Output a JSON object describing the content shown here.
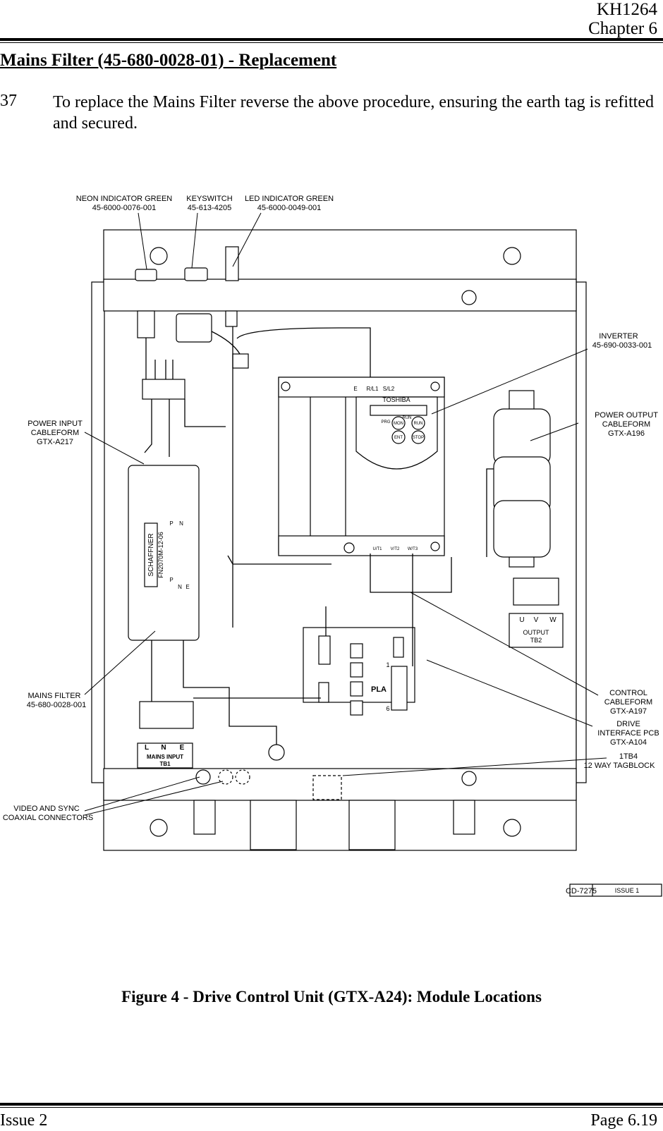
{
  "header": {
    "doc_number": "KH1264",
    "chapter": "Chapter 6"
  },
  "section": {
    "title": "Mains Filter (45-680-0028-01) - Replacement"
  },
  "paragraph": {
    "number": "37",
    "text": "To replace the Mains Filter reverse the above procedure, ensuring the earth tag is refitted and secured."
  },
  "figure": {
    "labels": {
      "neon_name": "NEON INDICATOR GREEN",
      "neon_part": "45-6000-0076-001",
      "keyswitch_name": "KEYSWITCH",
      "keyswitch_part": "45-613-4205",
      "led_name": "LED INDICATOR GREEN",
      "led_part": "45-6000-0049-001",
      "inverter_name": "INVERTER",
      "inverter_part": "45-690-0033-001",
      "power_input_1": "POWER INPUT",
      "power_input_2": "CABLEFORM",
      "power_input_3": "GTX-A217",
      "power_output_1": "POWER OUTPUT",
      "power_output_2": "CABLEFORM",
      "power_output_3": "GTX-A196",
      "mains_filter_name": "MAINS FILTER",
      "mains_filter_part": "45-680-0028-001",
      "control_1": "CONTROL",
      "control_2": "CABLEFORM",
      "control_3": "GTX-A197",
      "drive_1": "DRIVE",
      "drive_2": "INTERFACE PCB",
      "drive_3": "GTX-A104",
      "tagblock_1": "1TB4",
      "tagblock_2": "12 WAY TAGBLOCK",
      "video_1": "VIDEO AND SYNC",
      "video_2": "COAXIAL CONNECTORS",
      "schaffner": "SCHAFFNER",
      "filter_model": "FN2070M-12-06",
      "toshiba": "TOSHIBA",
      "inv_term_e": "E",
      "inv_term_rl1": "R/L1",
      "inv_term_sl2": "S/L2",
      "inv_out_u": "U/T1",
      "inv_out_v": "V/T2",
      "inv_out_w": "W/T3",
      "key_prg": "PRG",
      "key_mon": "MON",
      "key_run": "RUN",
      "key_run2": "RUN",
      "key_ent": "ENT",
      "key_stop": "STOP",
      "out_u": "U",
      "out_v": "V",
      "out_w": "W",
      "output_1": "OUTPUT",
      "output_2": "TB2",
      "mains_l": "L",
      "mains_n": "N",
      "mains_e": "E",
      "mains_input_1": "MAINS INPUT",
      "mains_input_2": "TB1",
      "pla": "PLA",
      "pla_pin1": "1",
      "pla_pin6": "6",
      "filter_p": "P",
      "filter_n": "N",
      "filter_p2": "P",
      "filter_n2": "N",
      "filter_e": "E",
      "drawing_no": "CD-7275",
      "issue_tag": "ISSUE 1"
    },
    "caption": "Figure 4 - Drive Control Unit (GTX-A24): Module Locations"
  },
  "footer": {
    "issue": "Issue 2",
    "page": "Page 6.19"
  }
}
